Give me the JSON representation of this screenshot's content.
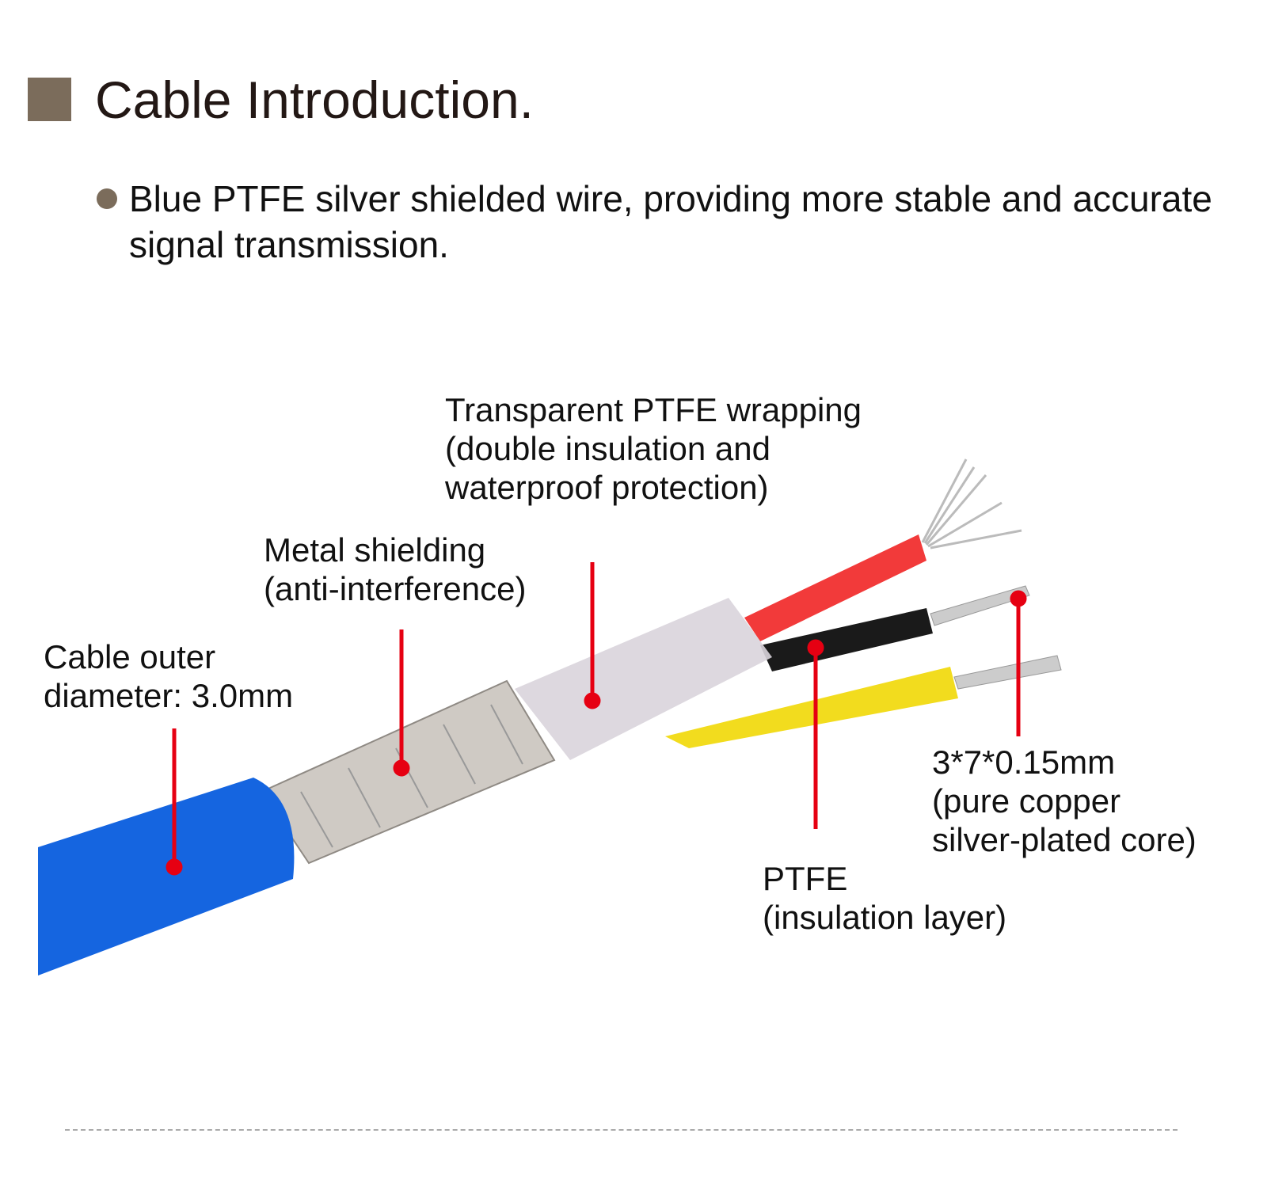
{
  "header": {
    "title": "Cable Introduction."
  },
  "description": "Blue PTFE silver shielded wire, providing more stable and accurate signal transmission.",
  "labels": {
    "wrapping": [
      "Transparent PTFE wrapping",
      "(double insulation and",
      "waterproof protection)"
    ],
    "shielding": [
      "Metal shielding",
      "(anti-interference)"
    ],
    "outer": [
      "Cable outer",
      "diameter: 3.0mm"
    ],
    "core": [
      "3*7*0.15mm",
      "(pure copper",
      "silver-plated core)"
    ],
    "insulation": [
      "PTFE",
      "(insulation layer)"
    ]
  },
  "colors": {
    "accent": "#7b6c5b",
    "pointer": "#e60012",
    "jacket": "#1565e0",
    "red_wire": "#f23a3a",
    "black_wire": "#1a1a1a",
    "yellow_wire": "#f2dc1e"
  }
}
